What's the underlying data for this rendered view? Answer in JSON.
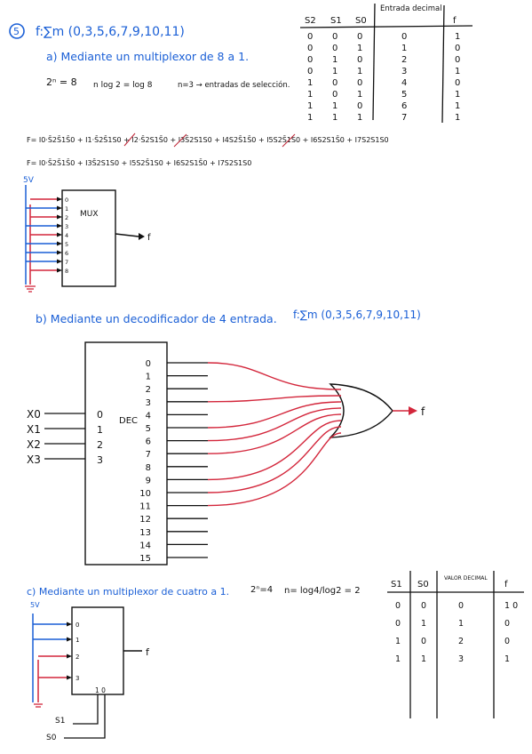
{
  "problem": {
    "number": "5",
    "function": "f:∑m (0,3,5,6,7,9,10,11)",
    "truth_table_1": {
      "headers": [
        "S2",
        "S1",
        "S0",
        "Entrada decimal",
        "f"
      ],
      "rows": [
        [
          "0",
          "0",
          "0",
          "0",
          "1"
        ],
        [
          "0",
          "0",
          "1",
          "1",
          "0"
        ],
        [
          "0",
          "1",
          "0",
          "2",
          "0"
        ],
        [
          "0",
          "1",
          "1",
          "3",
          "1"
        ],
        [
          "1",
          "0",
          "0",
          "4",
          "0"
        ],
        [
          "1",
          "0",
          "1",
          "5",
          "1"
        ],
        [
          "1",
          "1",
          "0",
          "6",
          "1"
        ],
        [
          "1",
          "1",
          "1",
          "7",
          "1"
        ]
      ]
    },
    "part_a": {
      "title": "a) Mediante un multiplexor de 8 a 1.",
      "calc1": "2ⁿ = 8",
      "calc2": "n log 2 = log 8",
      "calc3": "n=3 → entradas de selección.",
      "eq1": "F= I0·S̄2S̄1S̄0 + I1·S̄2S̄1S0 + I2·S̄2S1S̄0 + I3S̄2S1S0 + I4S2S̄1S̄0 + I5S2S̄1S0 + I6S2S1S̄0 + I7S2S1S0",
      "eq2": "F= I0·S̄2S̄1S̄0 + I3S̄2S1S0 + I5S2S̄1S0 + I6S2S1S̄0 + I7S2S1S0",
      "supply": "5V",
      "mux_label": "MUX",
      "mux_inputs": [
        "0",
        "1",
        "2",
        "3",
        "4",
        "5",
        "6",
        "7",
        "8"
      ],
      "output": "f"
    },
    "part_b": {
      "title": "b) Mediante un decodificador de 4 entrada.",
      "function": "f:∑m (0,3,5,6,7,9,10,11)",
      "dec_label": "DEC",
      "inputs": [
        {
          "name": "X0",
          "pin": "0"
        },
        {
          "name": "X1",
          "pin": "1"
        },
        {
          "name": "X2",
          "pin": "2"
        },
        {
          "name": "X3",
          "pin": "3"
        }
      ],
      "outputs": [
        "0",
        "1",
        "2",
        "3",
        "4",
        "5",
        "6",
        "7",
        "8",
        "9",
        "10",
        "11",
        "12",
        "13",
        "14",
        "15"
      ],
      "output": "f"
    },
    "part_c": {
      "title": "c) Mediante un multiplexor de cuatro a 1.",
      "calc1": "2ⁿ=4",
      "calc2": "n= log4/log2 = 2",
      "supply": "5V",
      "mux_inputs": [
        "0",
        "1",
        "2",
        "3"
      ],
      "select_pins": "1 0",
      "select_labels": [
        "S1",
        "S0"
      ],
      "output": "f",
      "truth_table": {
        "headers": [
          "S1",
          "S0",
          "VALOR DECIMAL",
          "f"
        ],
        "rows": [
          [
            "0",
            "0",
            "0",
            "1 0"
          ],
          [
            "0",
            "1",
            "1",
            "0"
          ],
          [
            "1",
            "0",
            "2",
            "0"
          ],
          [
            "1",
            "1",
            "3",
            "1"
          ]
        ]
      }
    }
  }
}
